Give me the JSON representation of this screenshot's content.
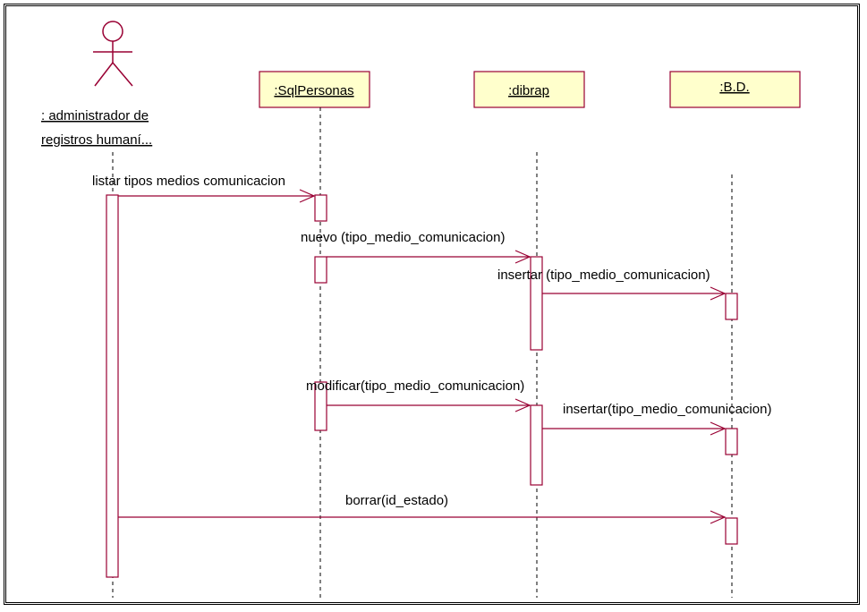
{
  "colors": {
    "object_fill": "#ffffcc",
    "line": "#990033",
    "text": "#000000"
  },
  "actor": {
    "label_line1": ": administrador de",
    "label_line2": "registros humaní..."
  },
  "objects": [
    {
      "id": "sqlpersonas",
      "label": ":SqlPersonas"
    },
    {
      "id": "dibrap",
      "label": ":dibrap"
    },
    {
      "id": "bd",
      "label": ":B.D."
    }
  ],
  "messages": [
    {
      "label": "listar tipos medios comunicacion"
    },
    {
      "label": "nuevo (tipo_medio_comunicacion)"
    },
    {
      "label": "insertar (tipo_medio_comunicacion)"
    },
    {
      "label": "modificar(tipo_medio_comunicacion)"
    },
    {
      "label": "insertar(tipo_medio_comunicacion)"
    },
    {
      "label": "borrar(id_estado)"
    }
  ]
}
